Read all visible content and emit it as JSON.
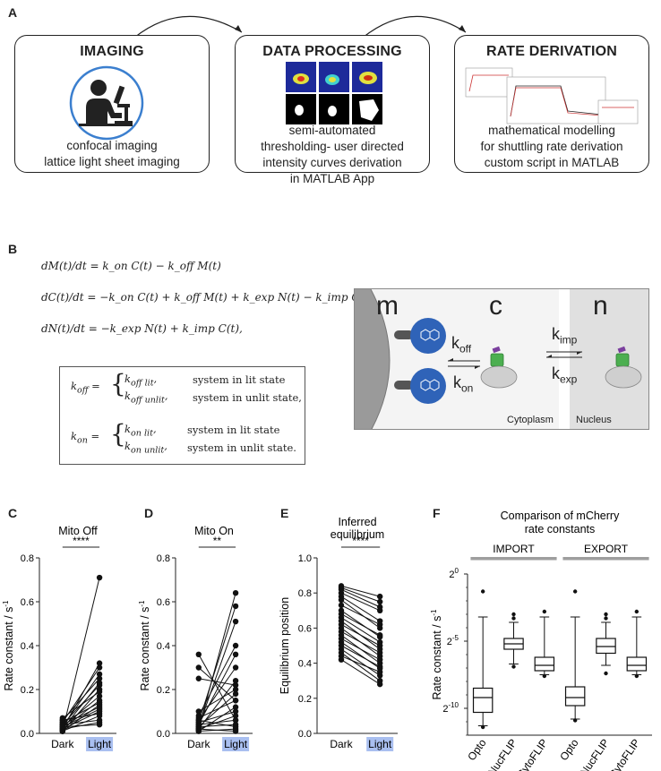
{
  "panel_letters": [
    "A",
    "B",
    "C",
    "D",
    "E",
    "F"
  ],
  "panel_a": {
    "imaging": {
      "title": "IMAGING",
      "lines": [
        "confocal imaging",
        "lattice light sheet imaging"
      ]
    },
    "processing": {
      "title": "DATA PROCESSING",
      "lines": [
        "semi-automated",
        "thresholding- user directed",
        "intensity curves derivation",
        "in MATLAB App"
      ]
    },
    "rate": {
      "title": "RATE DERIVATION",
      "lines": [
        "mathematical modelling",
        "for shuttling rate derivation",
        "custom script in MATLAB"
      ]
    }
  },
  "panel_b": {
    "equations": [
      "dM(t)/dt = k_on C(t) − k_off M(t)",
      "dC(t)/dt = −k_on C(t) + k_off M(t) + k_exp N(t) − k_imp C(t),",
      "dN(t)/dt = −k_exp N(t) + k_imp C(t),"
    ],
    "cases": {
      "koff_lit": "system in lit state",
      "koff_unlit": "system in unlit state,",
      "kon_lit": "system in lit state",
      "kon_unlit": "system in unlit state."
    },
    "diagram": {
      "m": "m",
      "c": "c",
      "n": "n",
      "koff": "k",
      "koff_sub": "off",
      "kon": "k",
      "kon_sub": "on",
      "kimp": "k",
      "kimp_sub": "imp",
      "kexp": "k",
      "kexp_sub": "exp",
      "cytoplasm": "Cytoplasm",
      "nucleus": "Nucleus"
    }
  },
  "colors": {
    "accent_blue": "#2f63b8",
    "light_label": "#a9bff0",
    "green": "#4caf50",
    "purple": "#7b3f9e",
    "gray_box": "#9e9e9e"
  },
  "chart_data": [
    {
      "type": "line",
      "title": "Mito Off",
      "ylabel": "Rate constant / s",
      "ylabel_sup": "-1",
      "categories": [
        "Dark",
        "Light"
      ],
      "ylim": [
        0,
        0.8
      ],
      "yticks": [
        "0.0",
        "0.2",
        "0.4",
        "0.6",
        "0.8"
      ],
      "significance": "****",
      "pairs": [
        [
          0.01,
          0.71
        ],
        [
          0.02,
          0.32
        ],
        [
          0.05,
          0.3
        ],
        [
          0.03,
          0.27
        ],
        [
          0.06,
          0.25
        ],
        [
          0.02,
          0.23
        ],
        [
          0.04,
          0.22
        ],
        [
          0.01,
          0.2
        ],
        [
          0.07,
          0.19
        ],
        [
          0.03,
          0.17
        ],
        [
          0.02,
          0.15
        ],
        [
          0.05,
          0.14
        ],
        [
          0.01,
          0.13
        ],
        [
          0.04,
          0.12
        ],
        [
          0.03,
          0.11
        ],
        [
          0.02,
          0.1
        ],
        [
          0.06,
          0.09
        ],
        [
          0.01,
          0.08
        ],
        [
          0.04,
          0.06
        ],
        [
          0.02,
          0.05
        ],
        [
          0.03,
          0.04
        ]
      ]
    },
    {
      "type": "line",
      "title": "Mito On",
      "ylabel": "Rate constant / s",
      "ylabel_sup": "-1",
      "categories": [
        "Dark",
        "Light"
      ],
      "ylim": [
        0,
        0.8
      ],
      "yticks": [
        "0.0",
        "0.2",
        "0.4",
        "0.6",
        "0.8"
      ],
      "significance": "**",
      "pairs": [
        [
          0.02,
          0.64
        ],
        [
          0.36,
          0.06
        ],
        [
          0.3,
          0.15
        ],
        [
          0.05,
          0.58
        ],
        [
          0.03,
          0.51
        ],
        [
          0.08,
          0.4
        ],
        [
          0.25,
          0.22
        ],
        [
          0.04,
          0.36
        ],
        [
          0.06,
          0.3
        ],
        [
          0.02,
          0.24
        ],
        [
          0.1,
          0.2
        ],
        [
          0.03,
          0.18
        ],
        [
          0.07,
          0.15
        ],
        [
          0.01,
          0.12
        ],
        [
          0.05,
          0.1
        ],
        [
          0.02,
          0.08
        ],
        [
          0.04,
          0.06
        ],
        [
          0.03,
          0.04
        ],
        [
          0.06,
          0.03
        ],
        [
          0.01,
          0.02
        ],
        [
          0.02,
          0.01
        ]
      ]
    },
    {
      "type": "line",
      "title": "Inferred equilibrium",
      "title_lines": [
        "Inferred",
        "equilibrium"
      ],
      "ylabel": "Equilibrium position",
      "categories": [
        "Dark",
        "Light"
      ],
      "ylim": [
        0,
        1.0
      ],
      "yticks": [
        "0.0",
        "0.2",
        "0.4",
        "0.6",
        "0.8",
        "1.0"
      ],
      "significance": "****",
      "pairs": [
        [
          0.84,
          0.78
        ],
        [
          0.83,
          0.75
        ],
        [
          0.82,
          0.72
        ],
        [
          0.8,
          0.7
        ],
        [
          0.78,
          0.64
        ],
        [
          0.76,
          0.6
        ],
        [
          0.73,
          0.62
        ],
        [
          0.7,
          0.55
        ],
        [
          0.68,
          0.56
        ],
        [
          0.66,
          0.52
        ],
        [
          0.64,
          0.48
        ],
        [
          0.62,
          0.5
        ],
        [
          0.6,
          0.44
        ],
        [
          0.58,
          0.46
        ],
        [
          0.56,
          0.4
        ],
        [
          0.54,
          0.42
        ],
        [
          0.52,
          0.37
        ],
        [
          0.5,
          0.38
        ],
        [
          0.48,
          0.33
        ],
        [
          0.46,
          0.3
        ],
        [
          0.44,
          0.35
        ],
        [
          0.42,
          0.28
        ]
      ]
    },
    {
      "type": "box",
      "title": "Comparison of mCherry rate constants",
      "title_lines": [
        "Comparison of mCherry",
        "rate constants"
      ],
      "ylabel": "Rate constant / s",
      "ylabel_sup": "-1",
      "group_labels": [
        "IMPORT",
        "EXPORT"
      ],
      "yticks_exp": [
        0,
        -5,
        -10
      ],
      "ylim_log2": [
        -12,
        0
      ],
      "categories": [
        "Opto",
        "NucFLIP",
        "CytoFLIP",
        "Opto",
        "NucFLIP",
        "CytoFLIP"
      ],
      "boxes": [
        {
          "min": -11.3,
          "q1": -10.3,
          "median": -9.2,
          "q3": -8.5,
          "max": -3.2,
          "outliers": [
            -11.4,
            -1.3
          ]
        },
        {
          "min": -6.7,
          "q1": -5.6,
          "median": -5.2,
          "q3": -4.8,
          "max": -3.6,
          "outliers": [
            -3.3,
            -3.0,
            -6.9
          ]
        },
        {
          "min": -7.5,
          "q1": -7.2,
          "median": -6.8,
          "q3": -6.2,
          "max": -3.2,
          "outliers": [
            -7.6,
            -2.8
          ]
        },
        {
          "min": -10.8,
          "q1": -9.8,
          "median": -9.2,
          "q3": -8.4,
          "max": -3.2,
          "outliers": [
            -10.9,
            -1.3
          ]
        },
        {
          "min": -6.8,
          "q1": -5.9,
          "median": -5.4,
          "q3": -4.8,
          "max": -3.6,
          "outliers": [
            -3.3,
            -3.0,
            -7.4
          ]
        },
        {
          "min": -7.5,
          "q1": -7.2,
          "median": -6.8,
          "q3": -6.2,
          "max": -3.2,
          "outliers": [
            -7.6,
            -2.8
          ]
        }
      ]
    }
  ]
}
